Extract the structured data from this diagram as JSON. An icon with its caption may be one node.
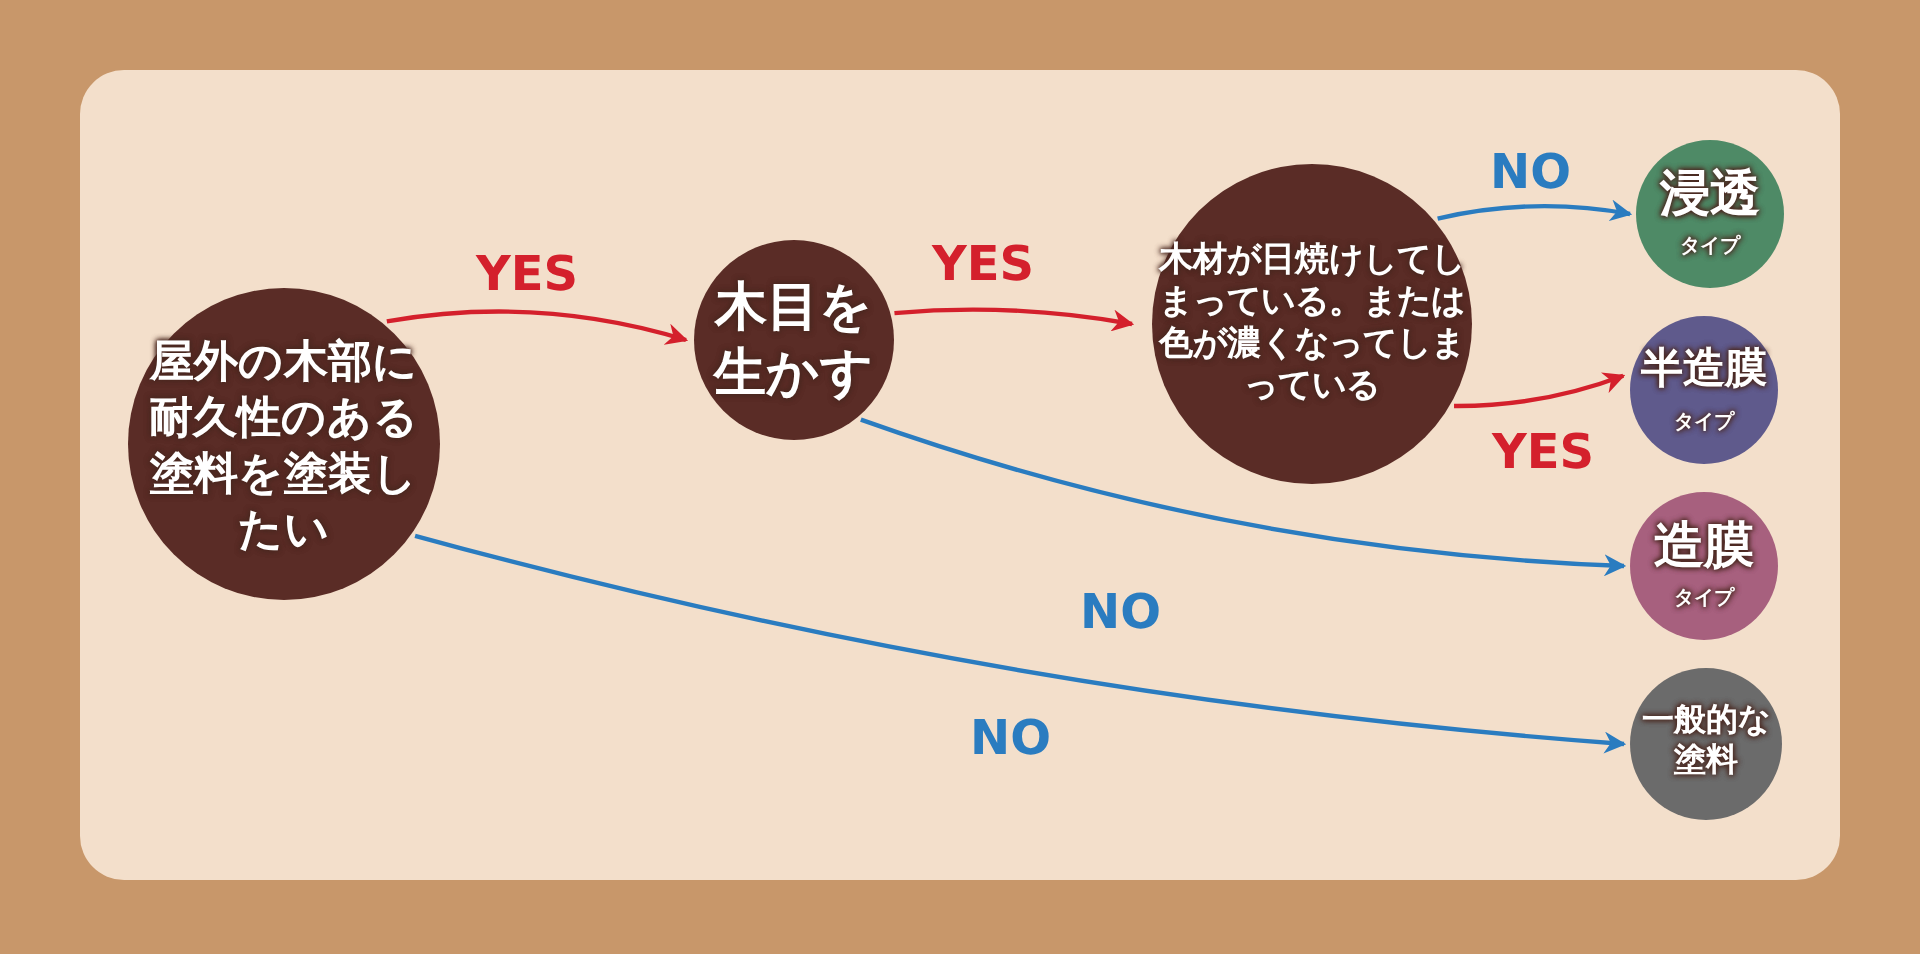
{
  "diagram": {
    "nodes": [
      {
        "text": [
          "屋外の木部に耐久性のある塗料を塗装したい"
        ]
      },
      {
        "text": [
          "木目を生かす"
        ]
      },
      {
        "text": [
          "木材が日焼けしてしまっている。または色が濃くなってしまっている"
        ]
      },
      {
        "text": [
          "浸透",
          "タイプ"
        ]
      },
      {
        "text": [
          "半造膜",
          "タイプ"
        ]
      },
      {
        "text": [
          "造膜",
          "タイプ"
        ]
      },
      {
        "text": [
          "一般的な塗料"
        ]
      }
    ],
    "edges": [
      {
        "from": 0,
        "to": 1,
        "arrow": "to",
        "label": "YES",
        "color": "#d4202c"
      },
      {
        "from": 1,
        "to": 2,
        "arrow": "to",
        "label": "YES",
        "color": "#d4202c"
      },
      {
        "from": 2,
        "to": 3,
        "arrow": "to",
        "label": "NO",
        "color": "#2a7cc0"
      },
      {
        "from": 2,
        "to": 4,
        "arrow": "to",
        "label": "YES",
        "color": "#d4202c"
      },
      {
        "from": 1,
        "to": 5,
        "arrow": "to",
        "label": "NO",
        "color": "#2a7cc0"
      },
      {
        "from": 0,
        "to": 6,
        "arrow": "to",
        "label": "NO",
        "color": "#2a7cc0"
      }
    ]
  }
}
